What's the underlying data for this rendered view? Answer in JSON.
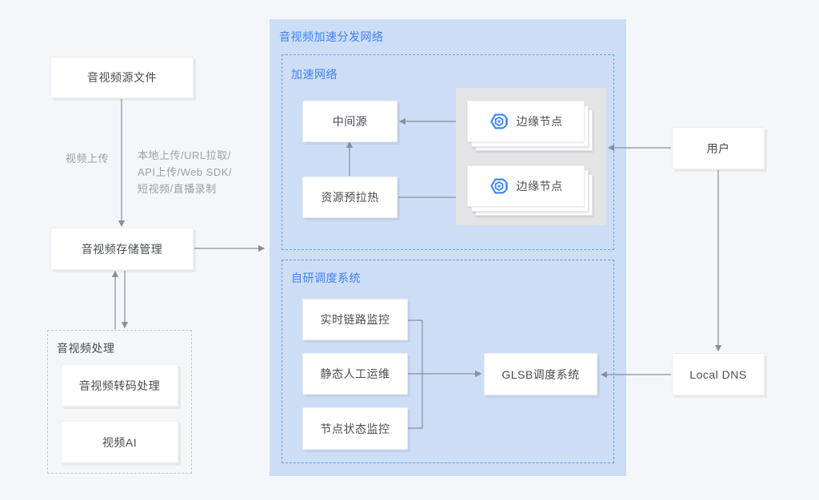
{
  "colors": {
    "page_bg": "#f4f6f9",
    "container_blue": "#cdddf6",
    "dashed_blue": "#55a0f3",
    "accent_blue_text": "#3e82f2",
    "gray_panel": "#e3e4e6",
    "dashed_gray": "#c0c4cb",
    "arrow_gray": "#8a9099",
    "node_text": "#474b52",
    "muted_text": "#9aa0a8",
    "icon_blue": "#3e86f3"
  },
  "left": {
    "source_box": "音视频源文件",
    "upload_label": "视频上传",
    "upload_methods": [
      "本地上传/URL拉取/",
      "API上传/Web SDK/",
      "短视频/直播录制"
    ],
    "storage_box": "音视频存储管理",
    "processing": {
      "title": "音视频处理",
      "transcode_box": "音视频转码处理",
      "video_ai_box": "视频AI"
    }
  },
  "network": {
    "title": "音视频加速分发网络",
    "accel": {
      "title": "加速网络",
      "middle_source_box": "中间源",
      "prewarm_box": "资源预拉热",
      "edge_node_1": "边缘节点",
      "edge_node_2": "边缘节点"
    },
    "scheduling": {
      "title": "自研调度系统",
      "realtime_monitor_box": "实时链路监控",
      "static_ops_box": "静态人工运维",
      "node_status_box": "节点状态监控",
      "glsb_box": "GLSB调度系统"
    }
  },
  "right": {
    "user_box": "用户",
    "local_dns_box": "Local DNS"
  }
}
